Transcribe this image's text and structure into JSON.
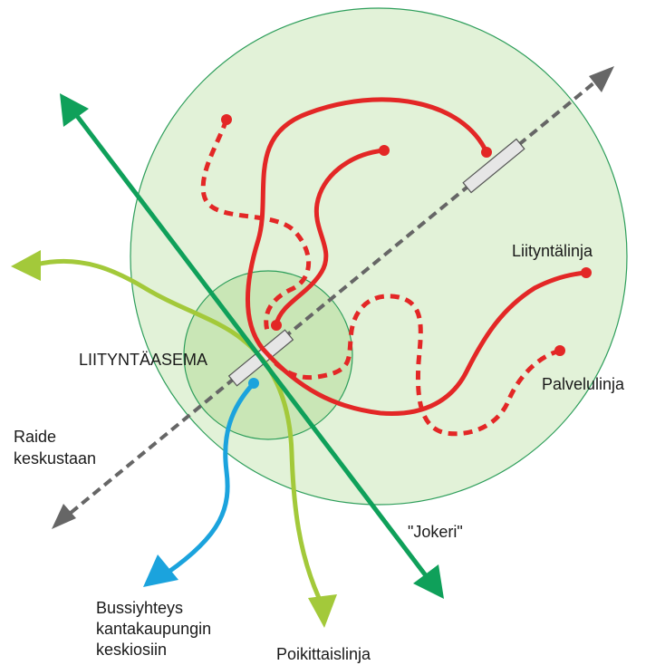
{
  "labels": {
    "liityntalinja": "Liityntälinja",
    "palvelulinja": "Palvelulinja",
    "liityntaasema": "LIITYNTÄASEMA",
    "raide_line1": "Raide",
    "raide_line2": "keskustaan",
    "jokeri": "\"Jokeri\"",
    "bussi_line1": "Bussiyhteys",
    "bussi_line2": "kantakaupungin",
    "bussi_line3": "keskiosiin",
    "poikittaislinja": "Poikittaislinja"
  },
  "colors": {
    "outer_zone_fill": "#e2f2d8",
    "outer_zone_stroke": "#2e9e5b",
    "inner_zone_fill": "#c9e6b6",
    "rail_line": "#666666",
    "feeder_lines": "#e32726",
    "jokeri_line": "#0fa05a",
    "cross_line": "#a3c93a",
    "bus_line": "#1ba3dd",
    "station": "#e6e6e6"
  }
}
